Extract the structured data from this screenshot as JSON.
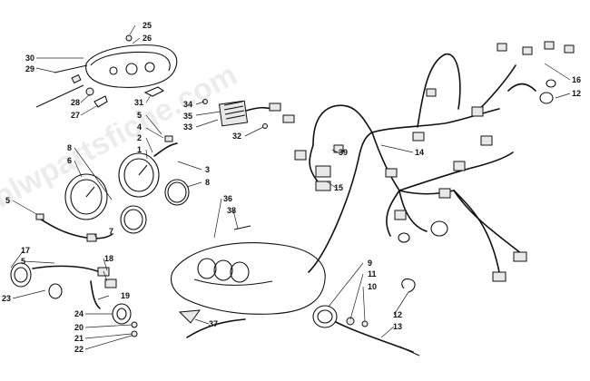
{
  "watermark": "blwpartsfiche.com",
  "callouts": {
    "c1": "1",
    "c2": "2",
    "c3": "3",
    "c4": "4",
    "c5a": "5",
    "c5b": "5",
    "c5c": "5",
    "c6": "6",
    "c7": "7",
    "c8a": "8",
    "c8b": "8",
    "c9": "9",
    "c10": "10",
    "c11": "11",
    "c12a": "12",
    "c12b": "12",
    "c13": "13",
    "c14": "14",
    "c15": "15",
    "c16": "16",
    "c17": "17",
    "c18": "18",
    "c19": "19",
    "c20": "20",
    "c21": "21",
    "c22": "22",
    "c23": "23",
    "c24": "24",
    "c25": "25",
    "c26": "26",
    "c27": "27",
    "c28": "28",
    "c29": "29",
    "c30": "30",
    "c31": "31",
    "c32": "32",
    "c33": "33",
    "c34": "34",
    "c35": "35",
    "c36": "36",
    "c37": "37",
    "c38": "38",
    "c39": "39"
  }
}
